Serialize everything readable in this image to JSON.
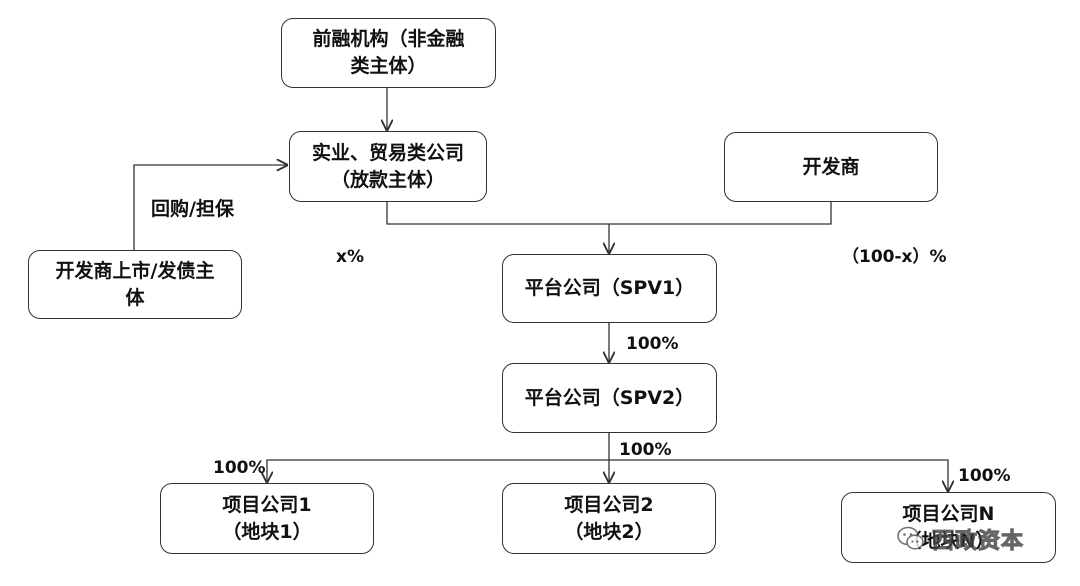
{
  "nodes": {
    "prefinance": "前融机构（非金融\n类主体）",
    "lender": "实业、贸易类公司\n（放款主体）",
    "developer": "开发商",
    "listed_dev": "开发商上市/发债主\n体",
    "spv1": "平台公司（SPV1）",
    "spv2": "平台公司（SPV2）",
    "proj1": "项目公司1\n（地块1）",
    "proj2": "项目公司2\n（地块2）",
    "projN": "项目公司N\n（地块N）"
  },
  "edges": {
    "buyback_guarantee": "回购/担保",
    "lender_share": "x%",
    "developer_share": "（100-x）%",
    "spv1_to_spv2": "100%",
    "spv2_to_projects": "100%",
    "to_proj1": "100%",
    "to_projN": "100%"
  },
  "watermark": {
    "text": "西政资本",
    "icon": "wechat-icon"
  }
}
